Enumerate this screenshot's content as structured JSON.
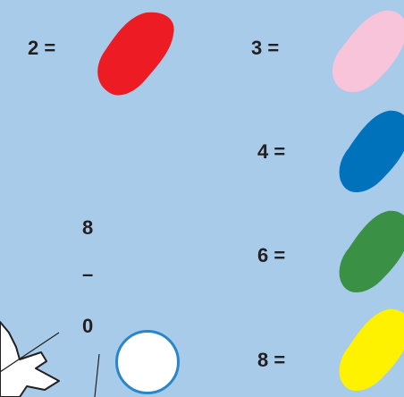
{
  "key": [
    {
      "label": "2 =",
      "color_name": "red",
      "color": "#ed1c24"
    },
    {
      "label": "3 =",
      "color_name": "pink",
      "color": "#f7c4d9"
    },
    {
      "label": "4 =",
      "color_name": "blue",
      "color": "#0072bc"
    },
    {
      "label": "6 =",
      "color_name": "green",
      "color": "#3a9145"
    },
    {
      "label": "8 =",
      "color_name": "yellow",
      "color": "#fff200"
    }
  ],
  "problem": {
    "top": "8",
    "operator": "–",
    "bottom": "0",
    "answer": ""
  },
  "colors": {
    "background": "#a9cbea",
    "answer_circle_border": "#2a86c8",
    "text": "#231f20"
  }
}
